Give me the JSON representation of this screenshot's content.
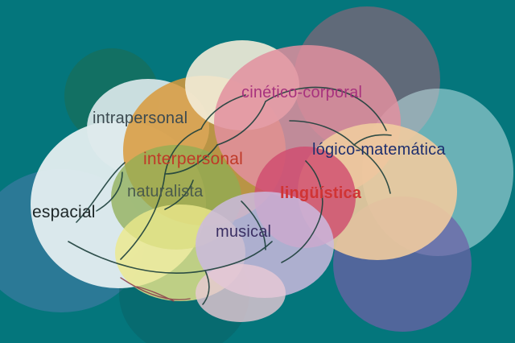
{
  "background": {
    "color": "#04767c"
  },
  "palette": {
    "bg_gray_circle": "#756879",
    "bg_cyan_circle": "#bfe2e6",
    "bg_purple_circle": "#6f5fa8",
    "bg_green_circle": "#1f6b4e",
    "bg_blue_circle": "#5b7fb5",
    "bg_dark_teal_circle": "#0a5f63",
    "region_pale": "#e4eef0",
    "region_orange": "#d99a3c",
    "region_cream": "#f3ecd8",
    "region_pink": "#e28f9f",
    "region_peach": "#efcb9e",
    "region_magenta": "#cf4a6e",
    "region_green": "#8fae54",
    "region_yellow": "#ece98b",
    "region_lavender": "#cbbade",
    "branch_line": "#1d403c"
  },
  "labels": [
    {
      "id": "espacial",
      "text": "espacial",
      "color": "#1c2526"
    },
    {
      "id": "intrapersonal",
      "text": "intrapersonal",
      "color": "#3c4a50"
    },
    {
      "id": "interpersonal",
      "text": "interpersonal",
      "color": "#bf3a28"
    },
    {
      "id": "naturalista",
      "text": "naturalista",
      "color": "#4a5a4c"
    },
    {
      "id": "cinetico-corporal",
      "text": "cinético-corporal",
      "color": "#a8327e"
    },
    {
      "id": "logico-matematica",
      "text": "lógico-matemática",
      "color": "#1e2f6e"
    },
    {
      "id": "linguistica",
      "text": "lingüística",
      "color": "#d03434"
    },
    {
      "id": "musical",
      "text": "musical",
      "color": "#3a2f63"
    }
  ]
}
